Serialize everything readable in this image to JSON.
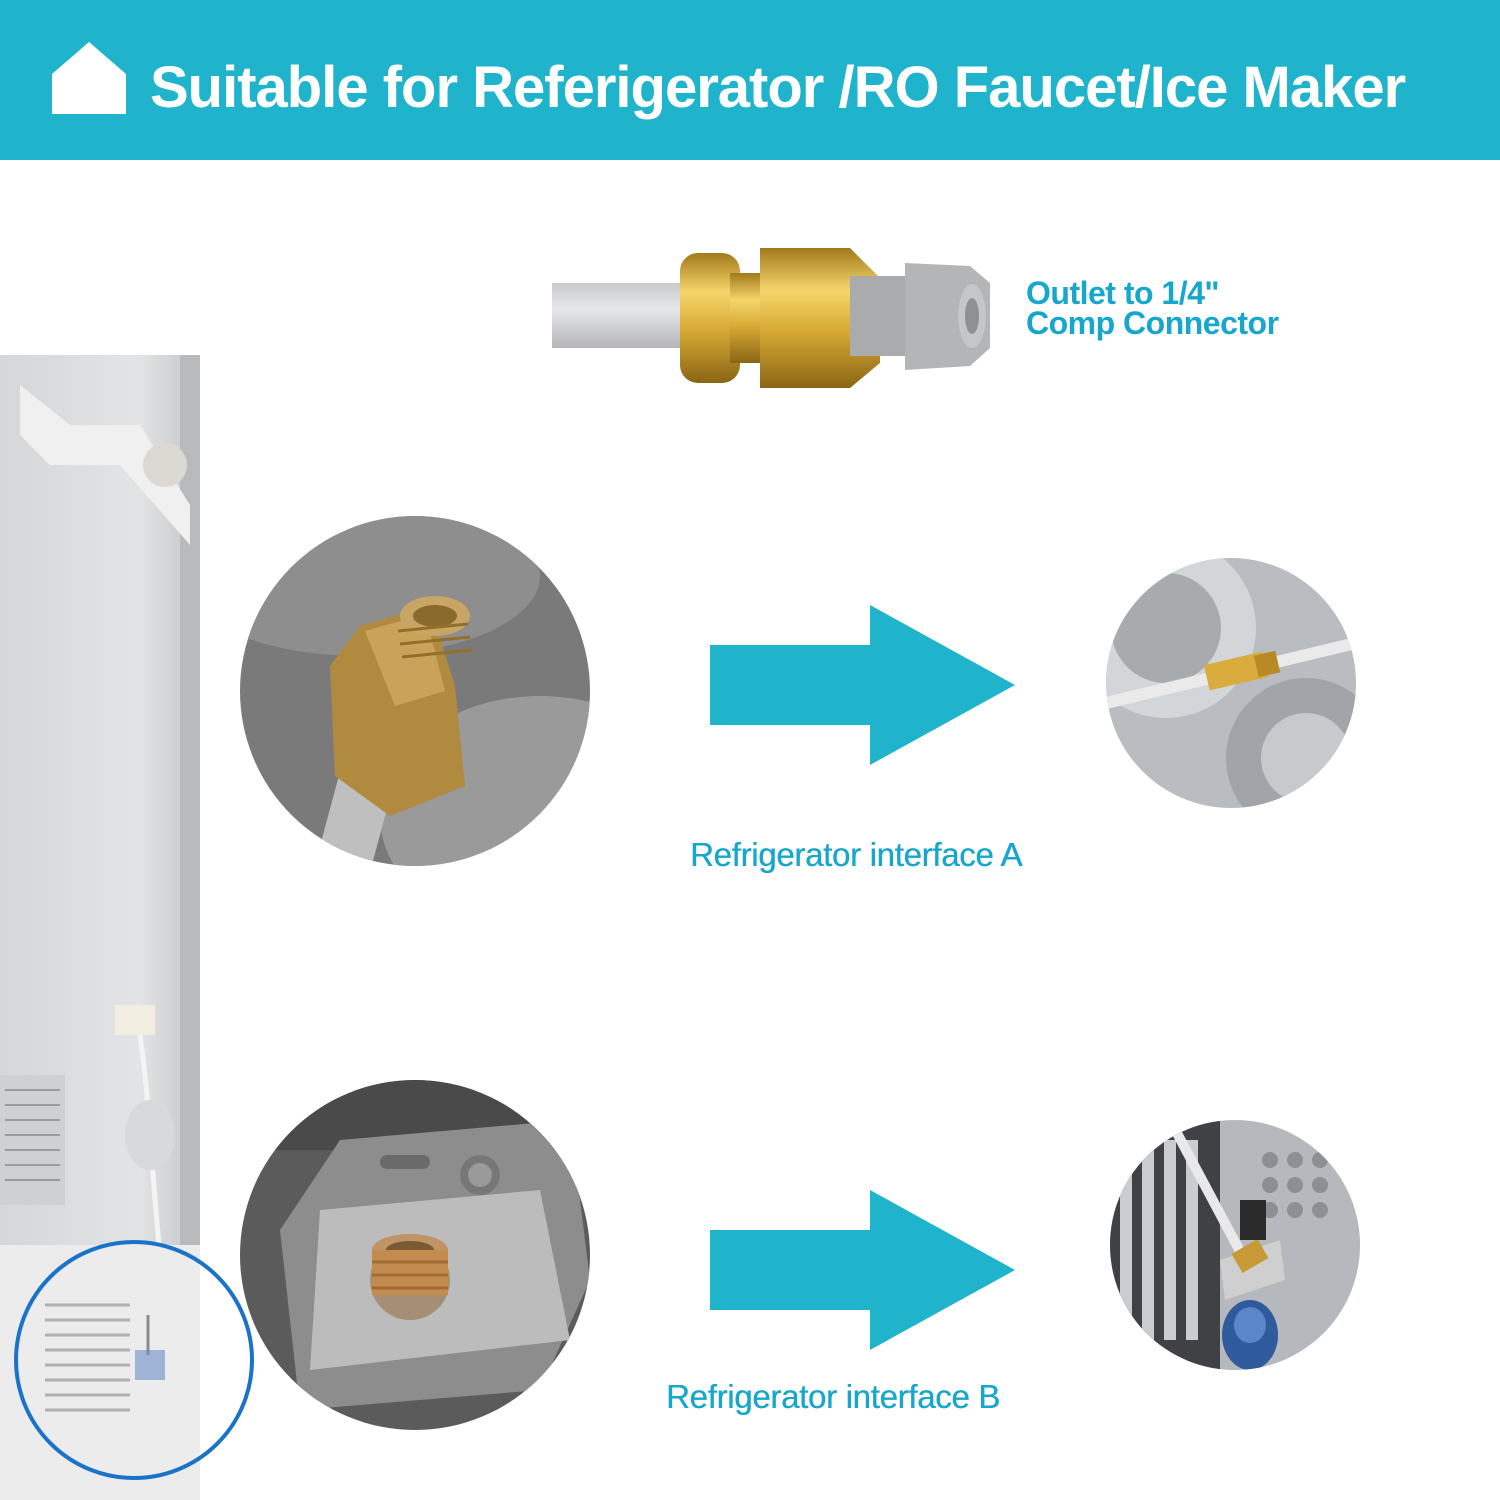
{
  "header": {
    "title": "Suitable for Referigerator /RO Faucet/Ice Maker",
    "icon": "home-icon",
    "background": "#1fb3cc"
  },
  "connector": {
    "label_line1": "Outlet to 1/4\"",
    "label_line2": "Comp Connector"
  },
  "interfaces": [
    {
      "caption": "Refrigerator interface A"
    },
    {
      "caption": "Refrigerator interface B"
    }
  ],
  "colors": {
    "accent": "#17a6cc",
    "arrow": "#1fb3cc",
    "ring": "#1a73c9"
  }
}
